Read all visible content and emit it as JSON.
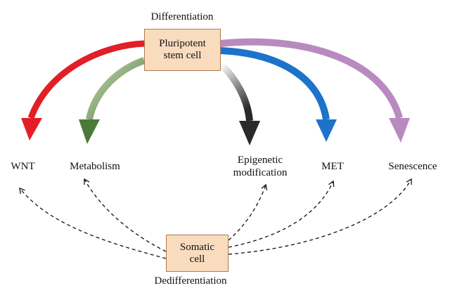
{
  "top": {
    "caption": "Differentiation",
    "box_line1": "Pluripotent",
    "box_line2": "stem cell"
  },
  "bottom": {
    "box_line1": "Somatic",
    "box_line2": "cell",
    "caption": "Dedifferentiation"
  },
  "targets": [
    {
      "label": "WNT",
      "arrow_color": "#e21e26"
    },
    {
      "label": "Metabolism",
      "arrow_color": "#4a7a3a"
    },
    {
      "label_line1": "Epigenetic",
      "label_line2": "modification",
      "arrow_color": "#3a3a3a"
    },
    {
      "label": "MET",
      "arrow_color": "#1d73c9"
    },
    {
      "label": "Senescence",
      "arrow_color": "#b98ac0"
    }
  ],
  "dashed_arrow_color": "#111111"
}
